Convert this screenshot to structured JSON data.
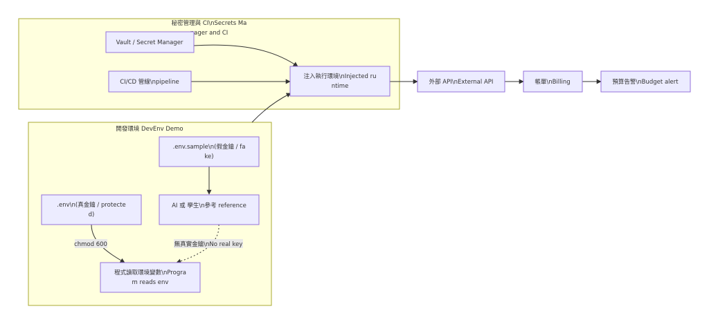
{
  "colors": {
    "cluster_fill": "#ffffde",
    "cluster_stroke": "#aaaa33",
    "node_fill": "#ececff",
    "node_stroke": "#9370db",
    "edge": "#333333"
  },
  "clusters": {
    "secrets": {
      "title_line1": "秘密管理與 CI\\nSecrets Ma",
      "title_line2": "nager and CI"
    },
    "devenv": {
      "title": "開發環境 DevEnv Demo"
    }
  },
  "nodes": {
    "vault": {
      "line1": "Vault / Secret Manager"
    },
    "cicd": {
      "line1": "CI/CD 管線\\npipeline"
    },
    "inject": {
      "line1": "注入執行環境\\nInjected ru",
      "line2": "ntime"
    },
    "external": {
      "line1": "外部 API\\nExternal API"
    },
    "billing": {
      "line1": "帳單\\nBilling"
    },
    "budget": {
      "line1": "預算告警\\nBudget alert"
    },
    "envsample": {
      "line1": ".env.sample\\n(假金鑰 / fa",
      "line2": "ke)"
    },
    "env": {
      "line1": ".env\\n(真金鑰 / protecte",
      "line2": "d)"
    },
    "reference": {
      "line1": "AI 或 學生\\n參考 reference"
    },
    "program": {
      "line1": "程式讀取環境變數\\nProgra",
      "line2": "m reads env"
    }
  },
  "edge_labels": {
    "chmod": "chmod 600",
    "noreal": "無真實金鑰\\nNo real key"
  }
}
